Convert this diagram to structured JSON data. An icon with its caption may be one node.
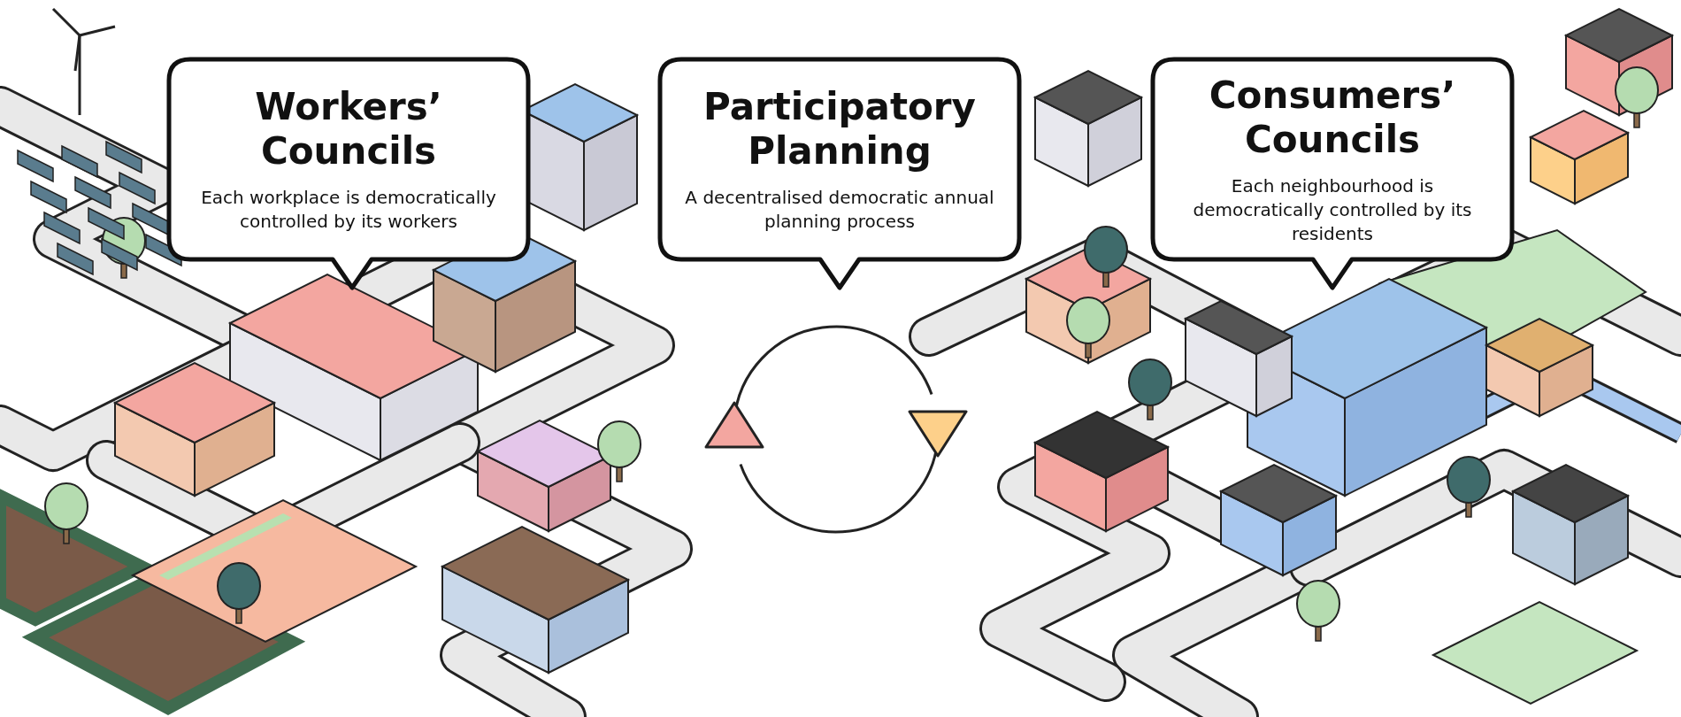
{
  "diagram": {
    "nodes": [
      {
        "text": [
          "Workers’ Councils",
          "Each workplace is democratically controlled by its workers"
        ]
      },
      {
        "text": [
          "Participatory Planning",
          "A decentralised democratic annual planning process"
        ]
      },
      {
        "text": [
          "Consumers’ Councils",
          "Each neighbourhood is democratically controlled by its residents"
        ]
      }
    ],
    "edges": []
  }
}
